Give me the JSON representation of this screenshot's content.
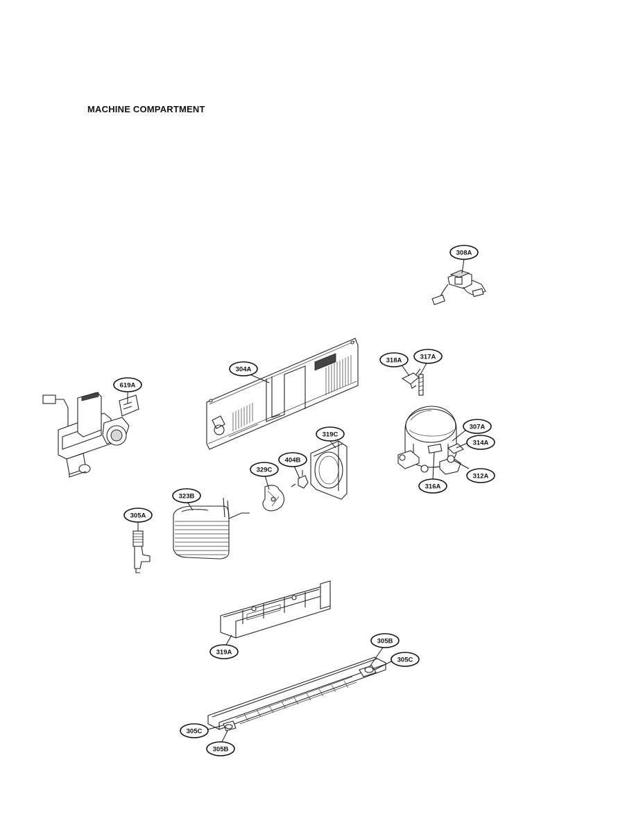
{
  "title": "MACHINE COMPARTMENT",
  "parts": {
    "p308A": "308A",
    "p304A": "304A",
    "p318A": "318A",
    "p317A": "317A",
    "p619A": "619A",
    "p307A": "307A",
    "p314A": "314A",
    "p312A": "312A",
    "p316A": "316A",
    "p319C": "319C",
    "p404B": "404B",
    "p329C": "329C",
    "p323B": "323B",
    "p305A": "305A",
    "p319A": "319A",
    "p305B_right": "305B",
    "p305C_right": "305C",
    "p305C_left": "305C",
    "p305B_left": "305B"
  }
}
